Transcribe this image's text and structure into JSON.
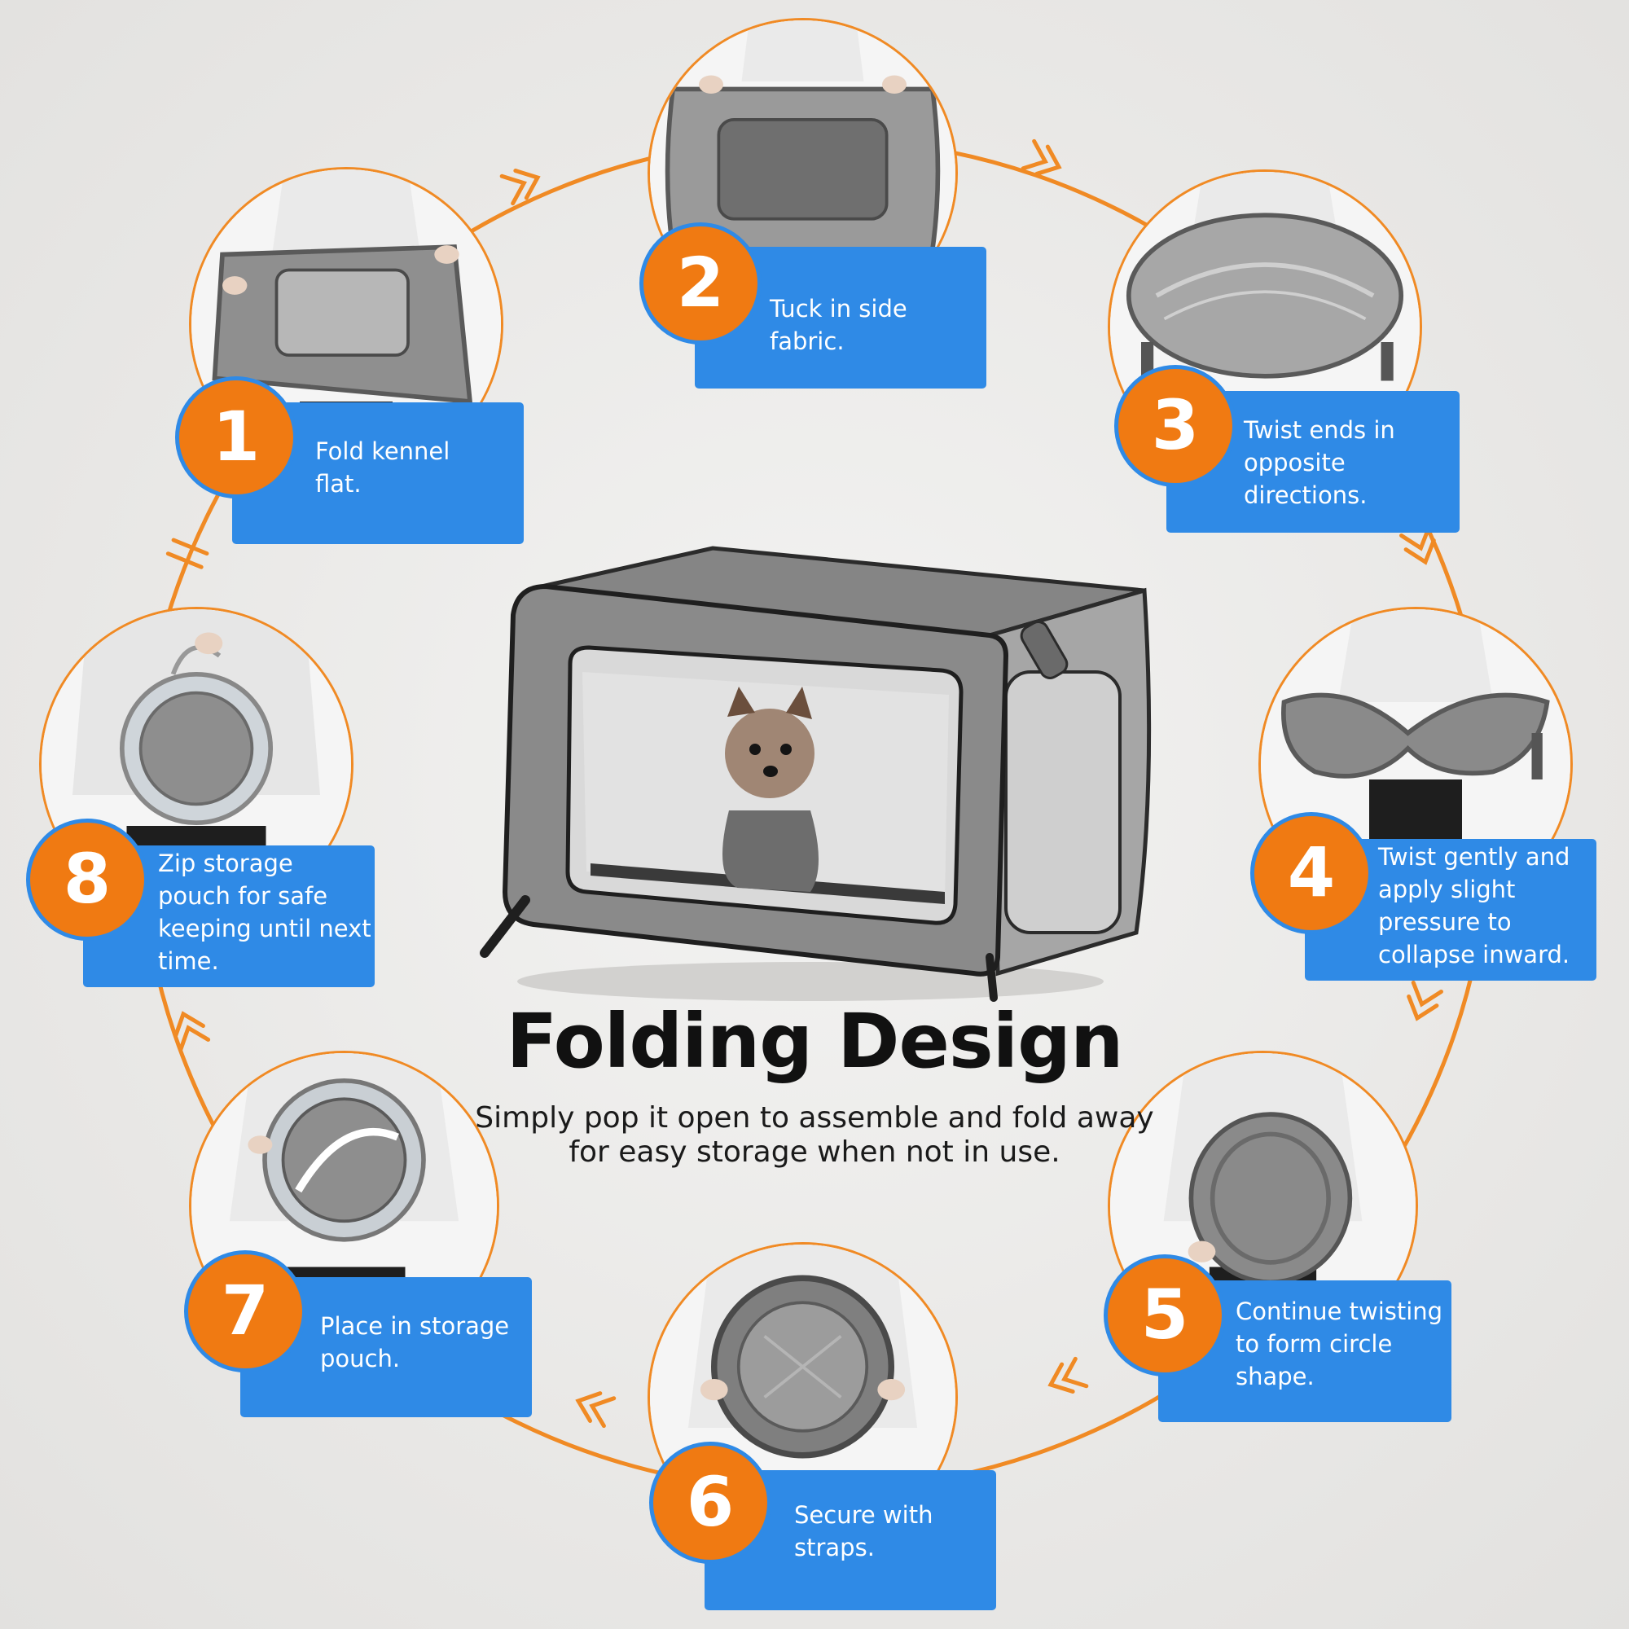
{
  "headline": "Folding Design",
  "subtitle": "Simply pop it open to assemble and fold away for easy storage when not in use.",
  "colors": {
    "accent_orange": "#f07a12",
    "label_blue": "#2f8ae6",
    "ring_line": "#f08a24",
    "fabric_grey": "#8a8a8a"
  },
  "steps": [
    {
      "number": "1",
      "lines": [
        "Fold kennel",
        "flat."
      ]
    },
    {
      "number": "2",
      "lines": [
        "Tuck in side fabric."
      ]
    },
    {
      "number": "3",
      "lines": [
        "Twist ends in",
        "opposite directions."
      ]
    },
    {
      "number": "4",
      "lines": [
        "Twist gently and",
        "apply slight",
        "pressure to",
        "collapse inward."
      ]
    },
    {
      "number": "5",
      "lines": [
        "Continue twisting",
        "to form circle",
        "shape."
      ]
    },
    {
      "number": "6",
      "lines": [
        "Secure with",
        "straps."
      ]
    },
    {
      "number": "7",
      "lines": [
        "Place in storage",
        "pouch."
      ]
    },
    {
      "number": "8",
      "lines": [
        "Zip storage",
        "pouch for safe",
        "keeping until next",
        "time."
      ]
    }
  ]
}
